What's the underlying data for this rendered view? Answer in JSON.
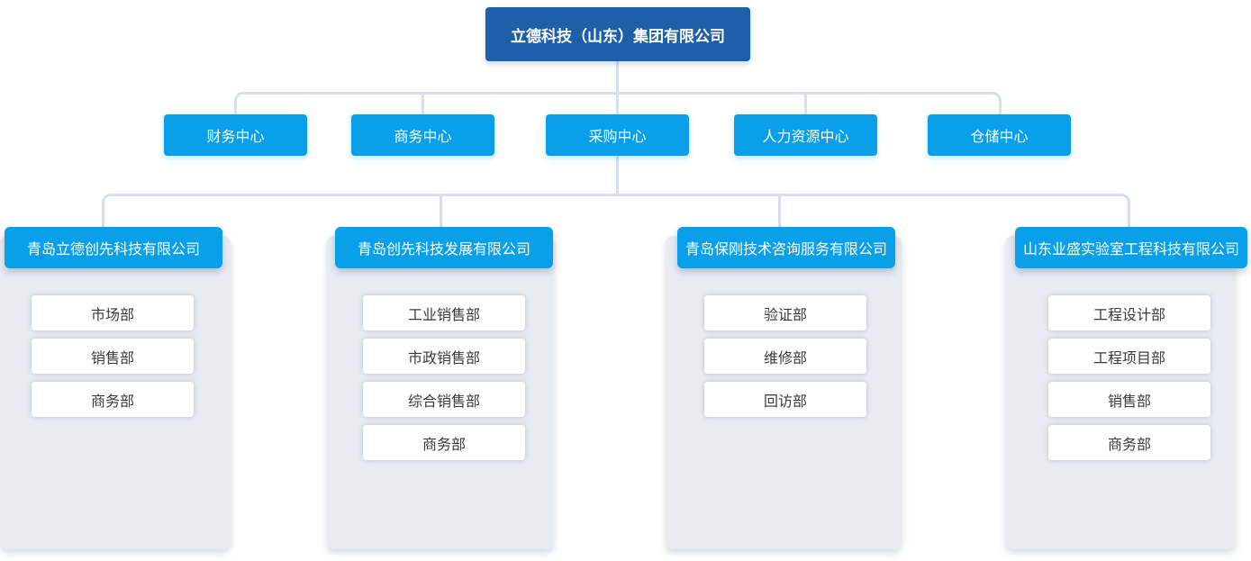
{
  "root": {
    "label": "立德科技（山东）集团有限公司"
  },
  "centers": [
    {
      "label": "财务中心"
    },
    {
      "label": "商务中心"
    },
    {
      "label": "采购中心"
    },
    {
      "label": "人力资源中心"
    },
    {
      "label": "仓储中心"
    }
  ],
  "subsidiaries": [
    {
      "name": "青岛立德创先科技有限公司",
      "departments": [
        "市场部",
        "销售部",
        "商务部"
      ]
    },
    {
      "name": "青岛创先科技发展有限公司",
      "departments": [
        "工业销售部",
        "市政销售部",
        "综合销售部",
        "商务部"
      ]
    },
    {
      "name": "青岛保刚技术咨询服务有限公司",
      "departments": [
        "验证部",
        "维修部",
        "回访部"
      ]
    },
    {
      "name": "山东业盛实验室工程科技有限公司",
      "departments": [
        "工程设计部",
        "工程项目部",
        "销售部",
        "商务部"
      ]
    }
  ],
  "colors": {
    "root_blue": "#1e5fa9",
    "accent_blue": "#0aa0e9",
    "panel_bg": "#e8ecf2",
    "connector": "#d9deec",
    "dept_text": "#3a3a3a"
  }
}
